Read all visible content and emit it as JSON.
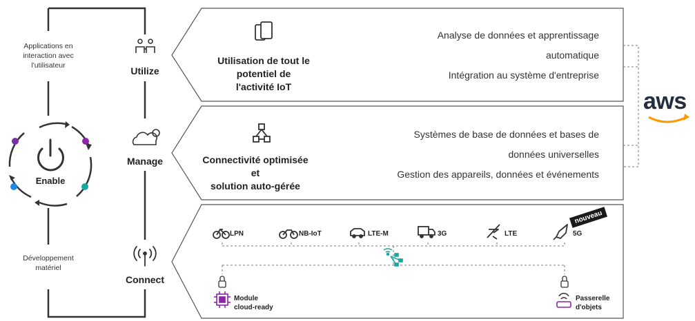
{
  "left": {
    "top_note": "Applications en\ninteraction avec\nl'utilisateur",
    "bottom_note": "Développement\nmatériel",
    "enable_label": "Enable",
    "enable_icon": "power-icon",
    "dot_colors": [
      "#8e24aa",
      "#7b2fa5",
      "#1e88e5",
      "#17a9a1"
    ]
  },
  "layers": [
    {
      "label": "Utilize",
      "icon": "people-icon"
    },
    {
      "label": "Manage",
      "icon": "cloud-gear-icon"
    },
    {
      "label": "Connect",
      "icon": "antenna-icon"
    }
  ],
  "panels": {
    "utilize": {
      "icon": "devices-icon",
      "title": "Utilisation de tout le\npotentiel de\nl'activité IoT",
      "features": [
        "Analyse de données et apprentissage",
        "automatique",
        "Intégration au système d'entreprise"
      ]
    },
    "manage": {
      "icon": "network-icon",
      "title": "Connectivité optimisée\net\nsolution auto-gérée",
      "features": [
        "Systèmes de base de données et bases de",
        "données universelles",
        "Gestion des appareils, données et événements"
      ]
    },
    "connect": {
      "badge": "nouveau",
      "technologies": [
        {
          "label": "LPN",
          "icon": "bicycle-icon"
        },
        {
          "label": "NB-IoT",
          "icon": "motorcycle-icon"
        },
        {
          "label": "LTE-M",
          "icon": "car-icon"
        },
        {
          "label": "3G",
          "icon": "truck-icon"
        },
        {
          "label": "LTE",
          "icon": "airplane-icon"
        },
        {
          "label": "5G",
          "icon": "rocket-icon"
        }
      ],
      "hub_icon": "wireless-hub-icon",
      "devices": [
        {
          "label": "Module\ncloud-ready",
          "icon": "chip-icon",
          "lock_icon": "lock-icon"
        },
        {
          "label": "Passerelle\nd'objets",
          "icon": "router-icon",
          "lock_icon": "lock-icon"
        }
      ]
    }
  },
  "aws": {
    "text": "aws",
    "icon": "aws-smile-icon"
  },
  "colors": {
    "teal": "#17a9a1",
    "purple": "#8e24aa",
    "blue": "#1e88e5",
    "dark": "#333333"
  }
}
